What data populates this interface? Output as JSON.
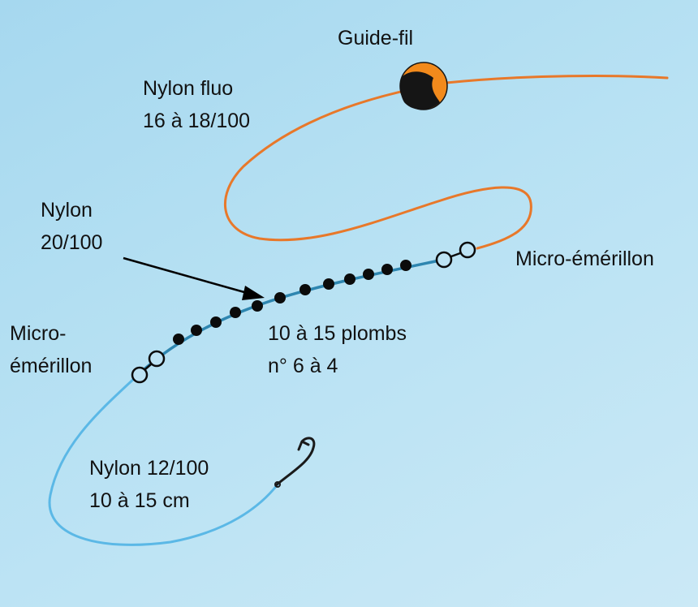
{
  "labels": {
    "guide_fil": "Guide-fil",
    "nylon_fluo_line1": "Nylon fluo",
    "nylon_fluo_line2": "16 à 18/100",
    "nylon_20_line1": "Nylon",
    "nylon_20_line2": "20/100",
    "micro_emerillon_right": "Micro-émérillon",
    "micro_emerillon_left_line1": "Micro-",
    "micro_emerillon_left_line2": "émérillon",
    "plombs_line1": "10 à 15 plombs",
    "plombs_line2": "n° 6 à 4",
    "nylon_12_line1": "Nylon 12/100",
    "nylon_12_line2": "10 à 15 cm"
  },
  "colors": {
    "fluo_line": "#e8782a",
    "main_line": "#2e86b0",
    "leader_line": "#5bb8e6",
    "shot": "#0b0b0b",
    "float_orange": "#f28a1c",
    "float_dark": "#151515",
    "hook": "#1a1a1a",
    "arrow": "#000000"
  }
}
